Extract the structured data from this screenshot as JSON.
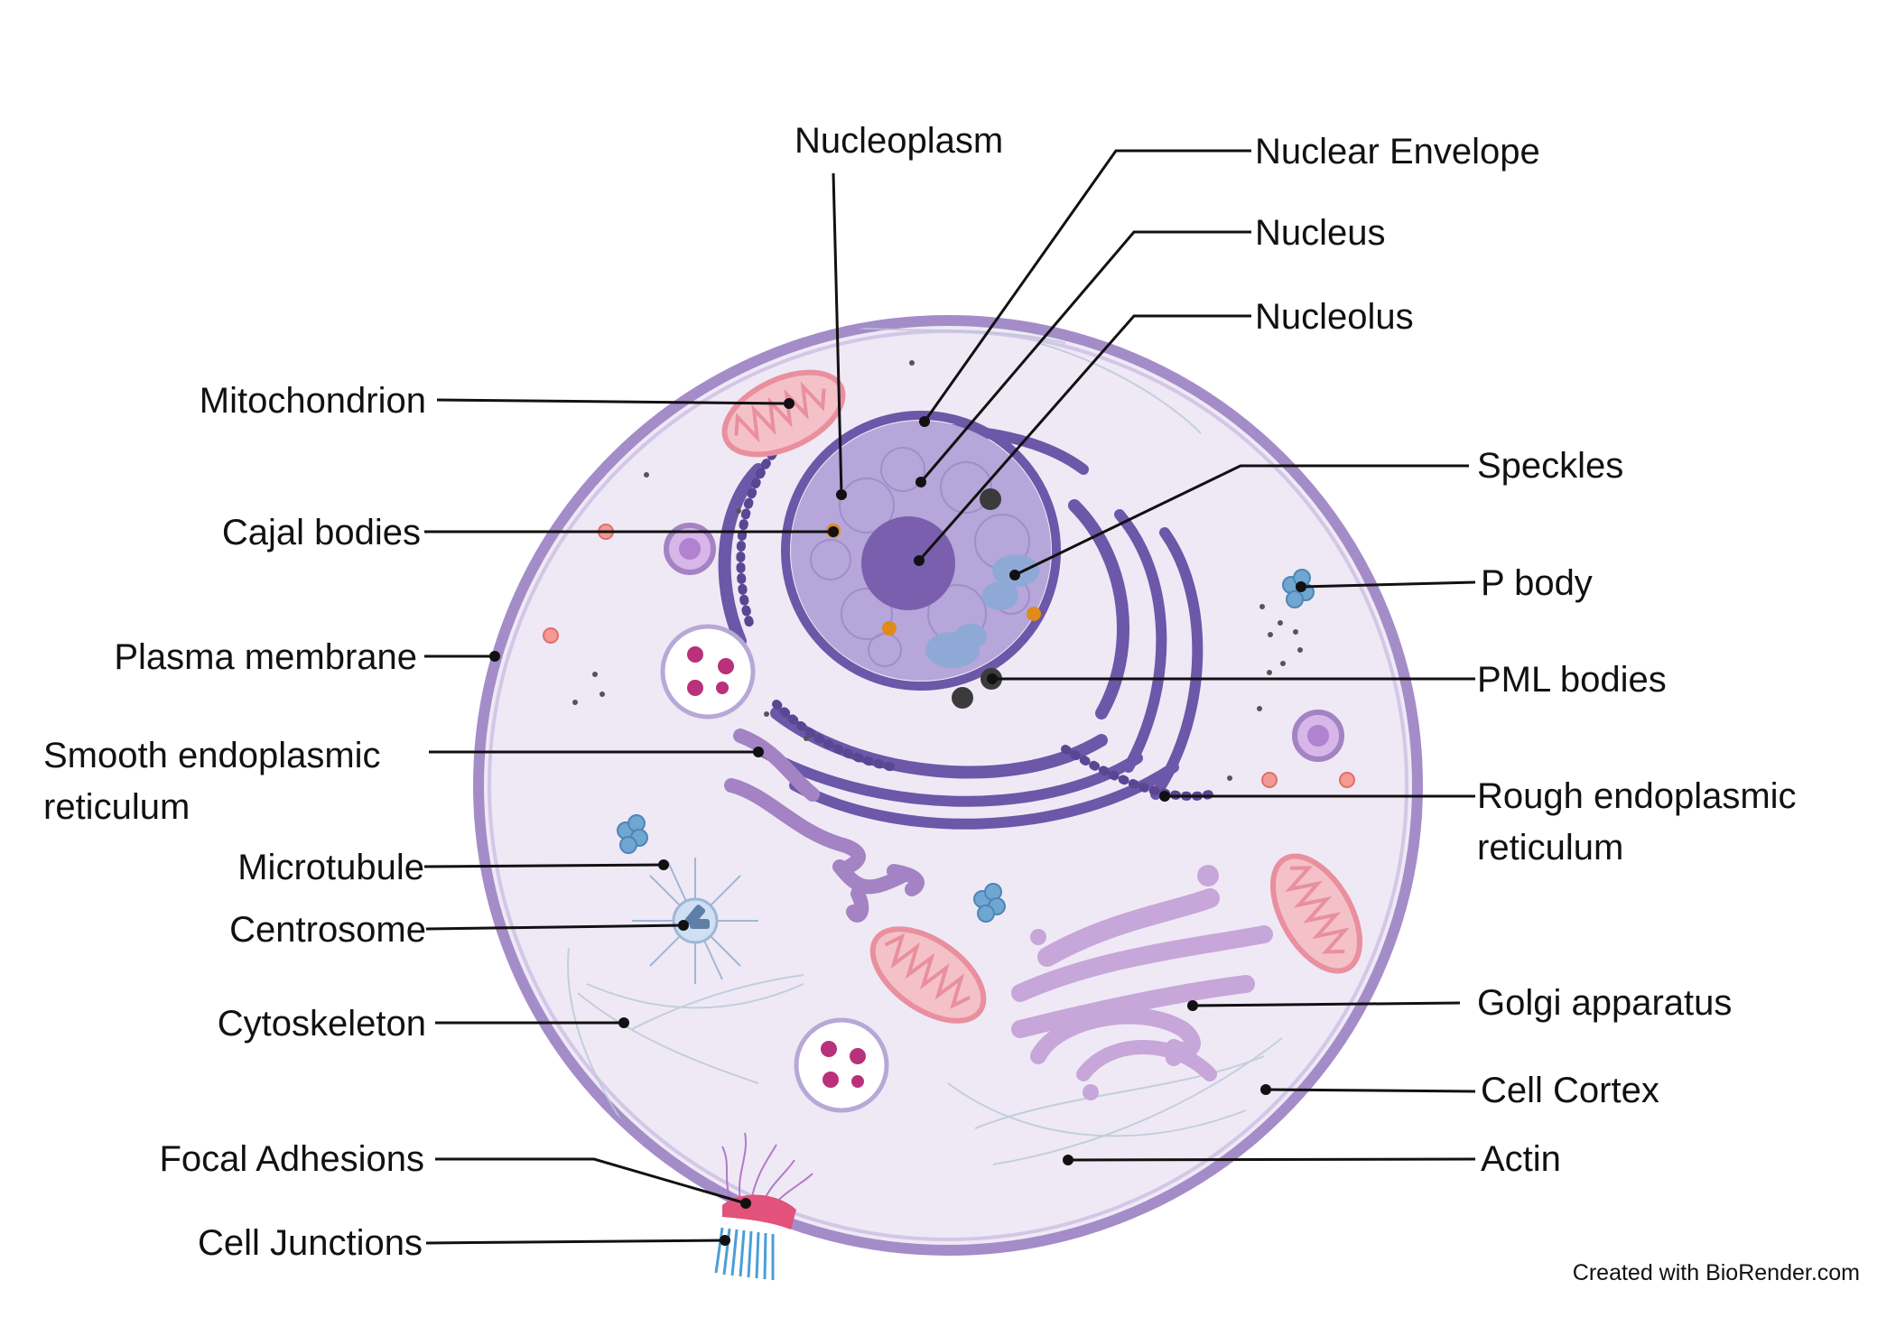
{
  "labels": {
    "nucleoplasm": "Nucleoplasm",
    "nuclear_envelope": "Nuclear Envelope",
    "nucleus": "Nucleus",
    "nucleolus": "Nucleolus",
    "mitochondrion": "Mitochondrion",
    "cajal_bodies": "Cajal bodies",
    "plasma_membrane": "Plasma membrane",
    "smooth_er_line1": "Smooth endoplasmic",
    "smooth_er_line2": "reticulum",
    "microtubule": "Microtubule",
    "centrosome": "Centrosome",
    "cytoskeleton": "Cytoskeleton",
    "focal_adhesions": "Focal Adhesions",
    "cell_junctions": "Cell Junctions",
    "speckles": "Speckles",
    "p_body": "P body",
    "pml_bodies": "PML bodies",
    "rough_er_line1": "Rough endoplasmic",
    "rough_er_line2": "reticulum",
    "golgi_apparatus": "Golgi apparatus",
    "cell_cortex": "Cell Cortex",
    "actin": "Actin"
  },
  "credit": "Created with BioRender.com",
  "colors": {
    "cytoplasm": "#efe9f6",
    "membrane": "#a48cc8",
    "nucleus": "#b6a6d9",
    "nucleolus": "#7a5fae",
    "rough_er": "#6c57a8",
    "smooth_er": "#a383c3",
    "golgi": "#c7a6d9",
    "mitochondrion": "#e98f9d",
    "speckle": "#8fa9d6",
    "cajal": "#e08a1a",
    "focal_adhesion": "#e2527a",
    "cell_junction": "#4a9fd6"
  }
}
